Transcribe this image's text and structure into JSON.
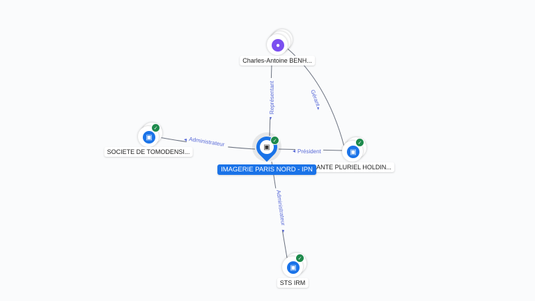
{
  "colors": {
    "company": "#1a73e8",
    "person": "#7b4ff0",
    "verified": "#1e8a4c",
    "edge_label": "#5a6bd8"
  },
  "nodes": {
    "person": {
      "label": "Charles-Antoine BENH...",
      "icon": "person-icon"
    },
    "main": {
      "label": "IMAGERIE PARIS NORD - IPN",
      "icon": "building-icon"
    },
    "societe": {
      "label": "SOCIETE DE TOMODENSI...",
      "icon": "building-icon"
    },
    "sante": {
      "label": "SANTE PLURIEL HOLDIN...",
      "icon": "building-icon"
    },
    "sts": {
      "label": "STS IRM",
      "icon": "building-icon"
    }
  },
  "edges": {
    "representant": "Représentant",
    "gerant": "Gérant",
    "president": "Président",
    "admin_societe": "Administrateur",
    "admin_sts": "Administrateur"
  }
}
